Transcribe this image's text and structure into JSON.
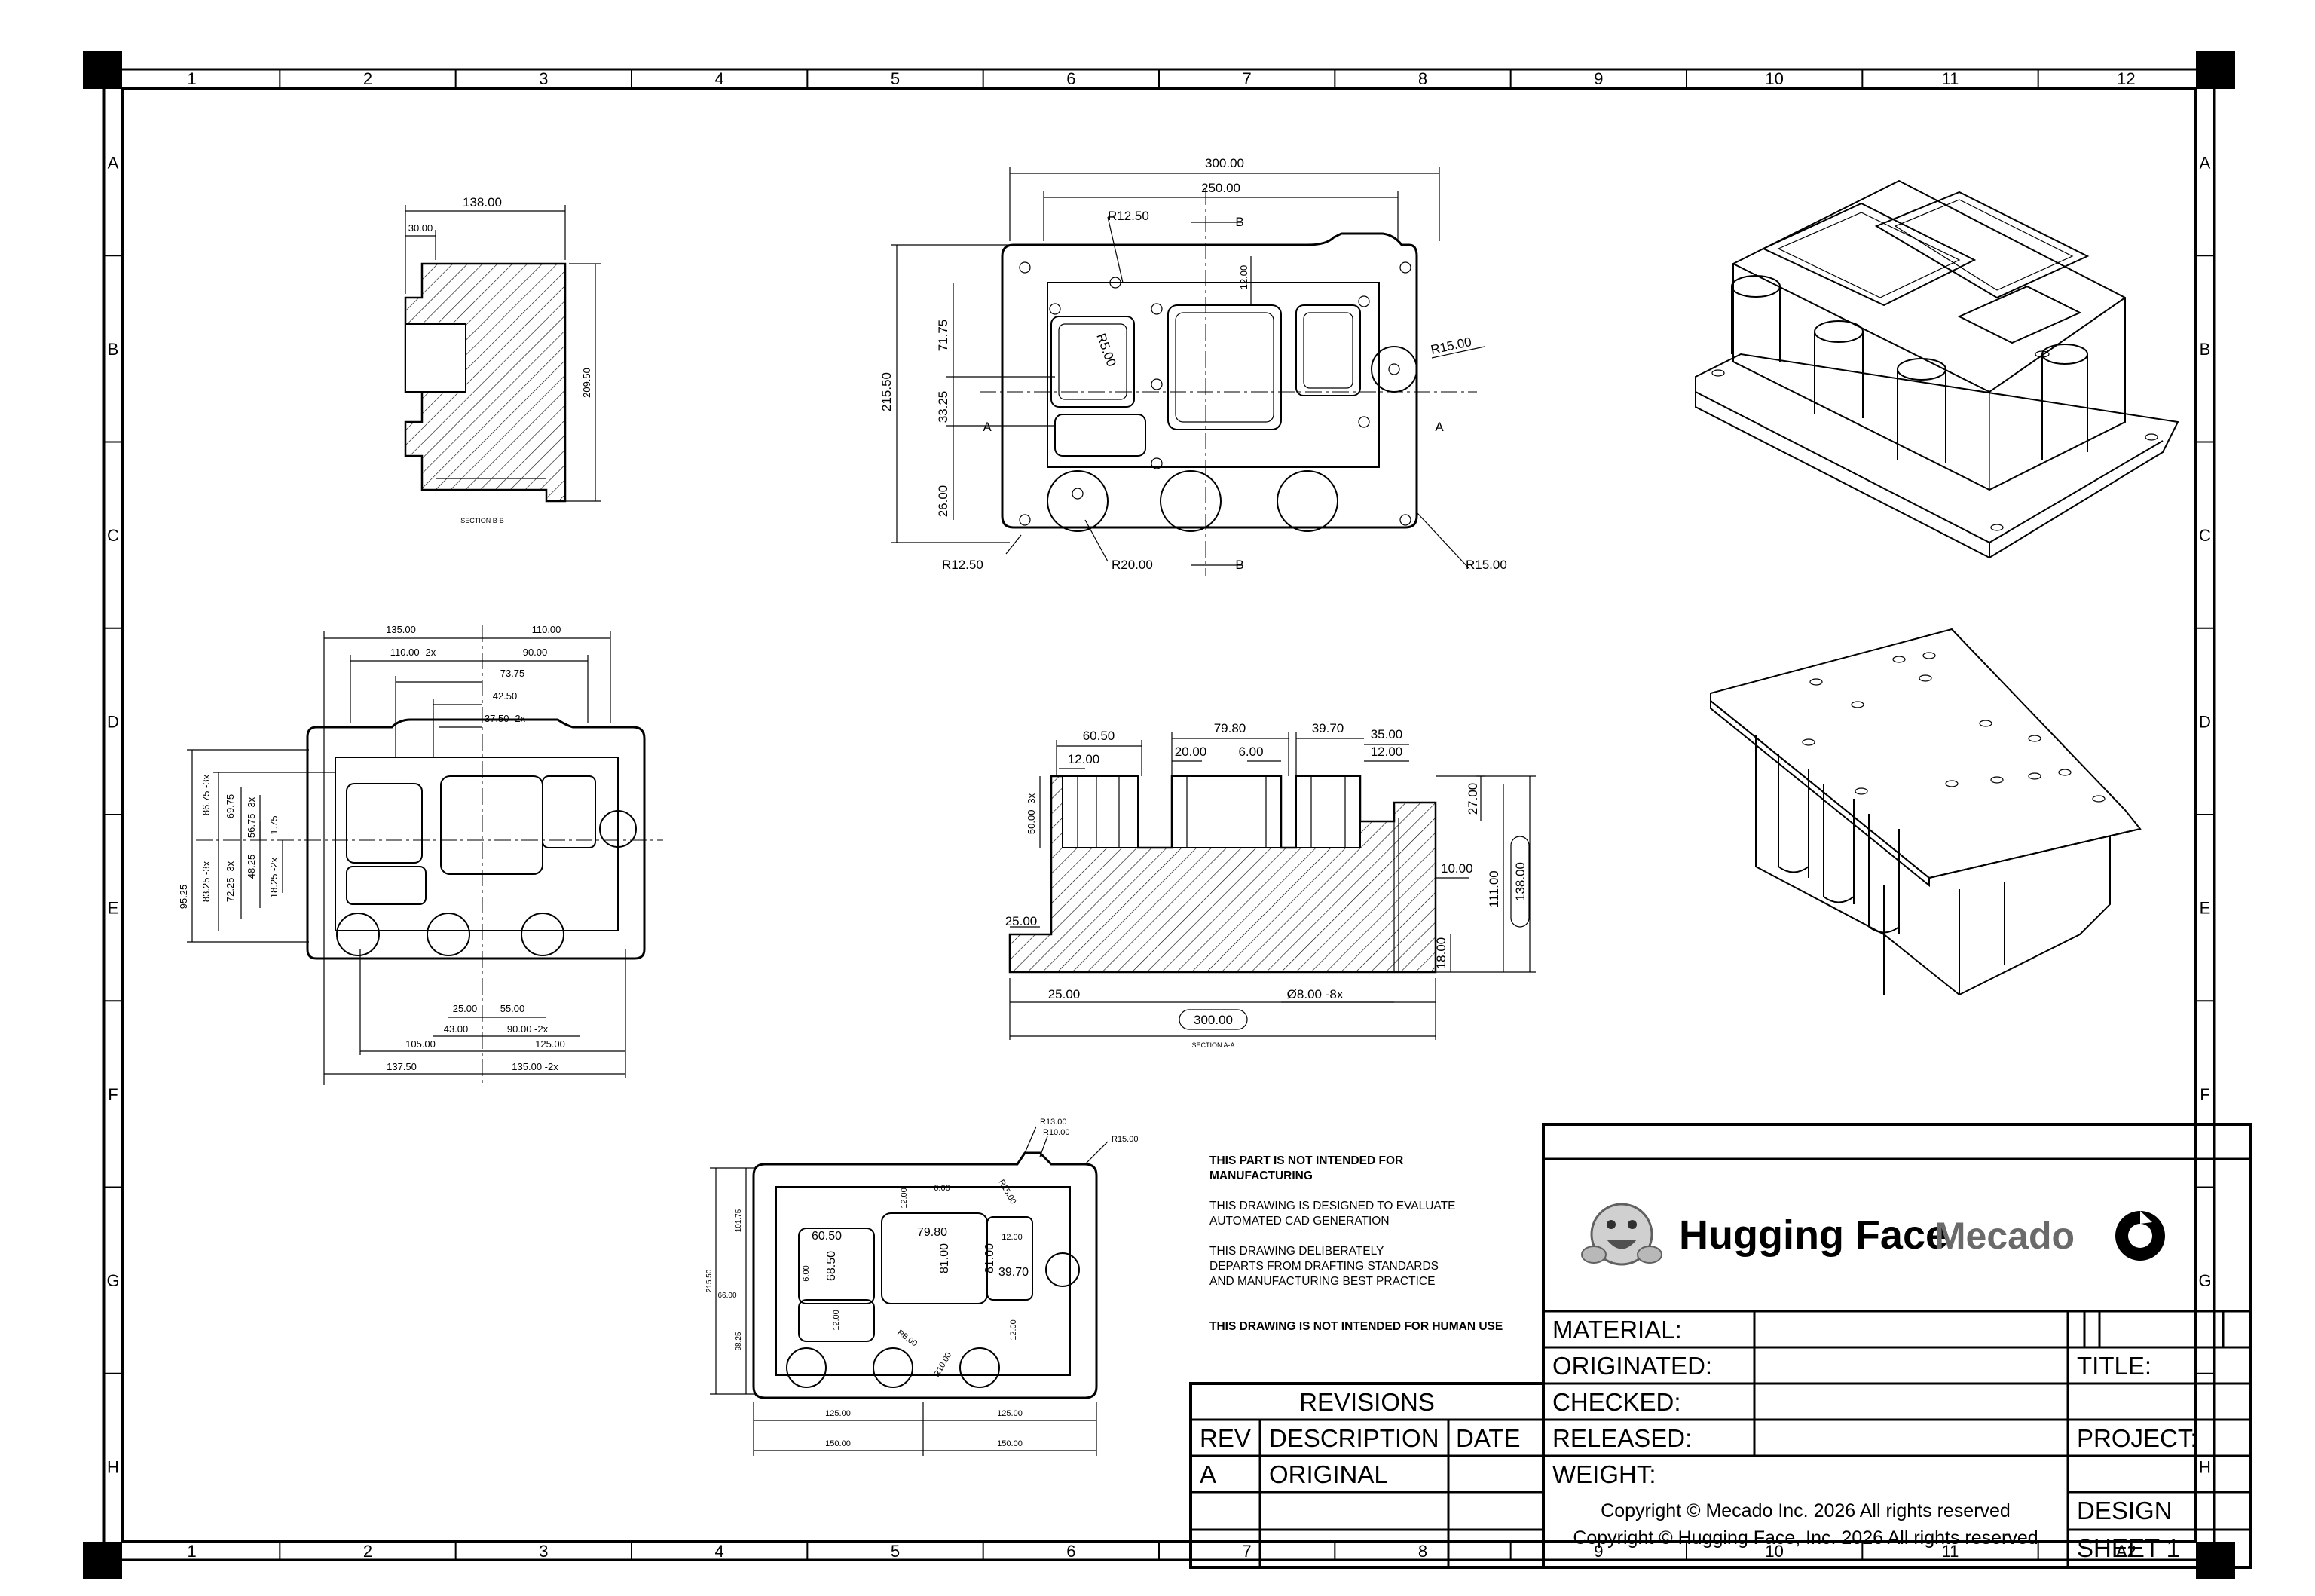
{
  "zones": {
    "columns": [
      "1",
      "2",
      "3",
      "4",
      "5",
      "6",
      "7",
      "8",
      "9",
      "10",
      "11",
      "12"
    ],
    "rows": [
      "A",
      "B",
      "C",
      "D",
      "E",
      "F",
      "G",
      "H"
    ]
  },
  "sheet_size": "A2",
  "views": {
    "top": {
      "dims": [
        "300.00",
        "250.00",
        "R12.50",
        "B",
        "12.00",
        "R5.00",
        "R15.00",
        "71.75",
        "33.25",
        "215.50",
        "A",
        "A",
        "26.00",
        "R12.50",
        "R20.00",
        "B",
        "R15.00"
      ]
    },
    "section_bb": {
      "dims": [
        "138.00",
        "30.00",
        "209.50"
      ],
      "label": "SECTION B-B"
    },
    "front": {
      "dims": [
        "135.00",
        "110.00",
        "110.00 -2x",
        "90.00",
        "73.75",
        "42.50",
        "37.50 -2x",
        "86.75 -3x",
        "69.75",
        "56.75 -3x",
        "1.75",
        "95.25",
        "83.25 -3x",
        "72.25 -3x",
        "48.25",
        "18.25 -2x",
        "25.00",
        "55.00",
        "43.00",
        "90.00 -2x",
        "105.00",
        "125.00",
        "137.50",
        "135.00 -2x"
      ]
    },
    "section_aa": {
      "dims": [
        "60.50",
        "79.80",
        "39.70",
        "35.00",
        "12.00",
        "20.00",
        "6.00",
        "12.00",
        "50.00 -3x",
        "27.00",
        "10.00",
        "111.00",
        "138.00",
        "18.00",
        "25.00",
        "25.00",
        "Ø8.00 -8x",
        "300.00"
      ],
      "label": "SECTION A-A"
    },
    "bottom": {
      "dims": [
        "R13.00",
        "R10.00",
        "R15.00",
        "12.00",
        "6.00",
        "R15.00",
        "60.50",
        "79.80",
        "12.00",
        "68.50",
        "81.00",
        "81.00",
        "39.70",
        "101.75",
        "215.50",
        "66.00",
        "6.00",
        "12.00",
        "R8.00",
        "12.00",
        "98.25",
        "R10.00",
        "125.00",
        "125.00",
        "150.00",
        "150.00"
      ]
    }
  },
  "notes": [
    "THIS PART IS NOT INTENDED FOR",
    "MANUFACTURING",
    "THIS DRAWING IS DESIGNED TO EVALUATE",
    "AUTOMATED CAD GENERATION",
    "THIS DRAWING DELIBERATELY",
    "DEPARTS FROM DRAFTING STANDARDS",
    "AND MANUFACTURING BEST PRACTICE",
    "THIS DRAWING IS NOT INTENDED FOR HUMAN USE"
  ],
  "title_block": {
    "logo_left": "Hugging Face",
    "logo_right": "Mecado",
    "material_label": "MATERIAL:",
    "originated_label": "ORIGINATED:",
    "checked_label": "CHECKED:",
    "released_label": "RELEASED:",
    "weight_label": "WEIGHT:",
    "title_label": "TITLE:",
    "project_label": "PROJECT:",
    "design_label": "DESIGN",
    "sheet_label": "SHEET 1",
    "copyright_1": "Copyright © Mecado Inc. 2026 All rights reserved",
    "copyright_2": "Copyright © Hugging Face, Inc. 2026 All rights reserved"
  },
  "revisions": {
    "header": "REVISIONS",
    "columns": [
      "REV",
      "DESCRIPTION",
      "DATE"
    ],
    "rows": [
      {
        "rev": "A",
        "description": "ORIGINAL",
        "date": ""
      }
    ]
  }
}
